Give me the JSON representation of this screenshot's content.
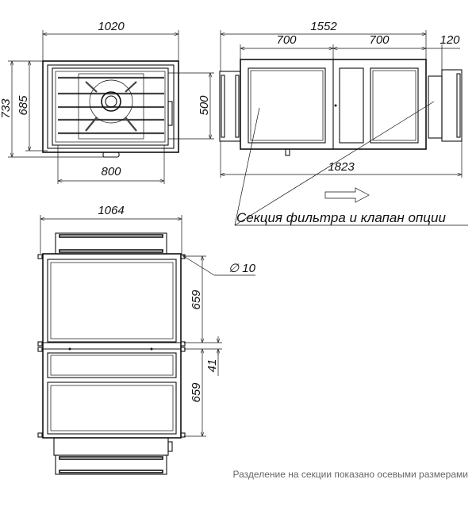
{
  "front_view": {
    "width_total": "1020",
    "height_total": "733",
    "height_body": "685",
    "height_opening": "500",
    "width_opening": "800"
  },
  "side_view": {
    "length_body": "1552",
    "section_1": "700",
    "section_2": "700",
    "damper": "120",
    "length_total": "1823",
    "label": "Секция фильтра и клапан опции"
  },
  "top_view": {
    "width_total": "1064",
    "hole_diameter": "∅ 10",
    "section_upper": "659",
    "gap": "41",
    "section_lower": "659"
  },
  "note": "Разделение на секции показано осевыми размерами"
}
